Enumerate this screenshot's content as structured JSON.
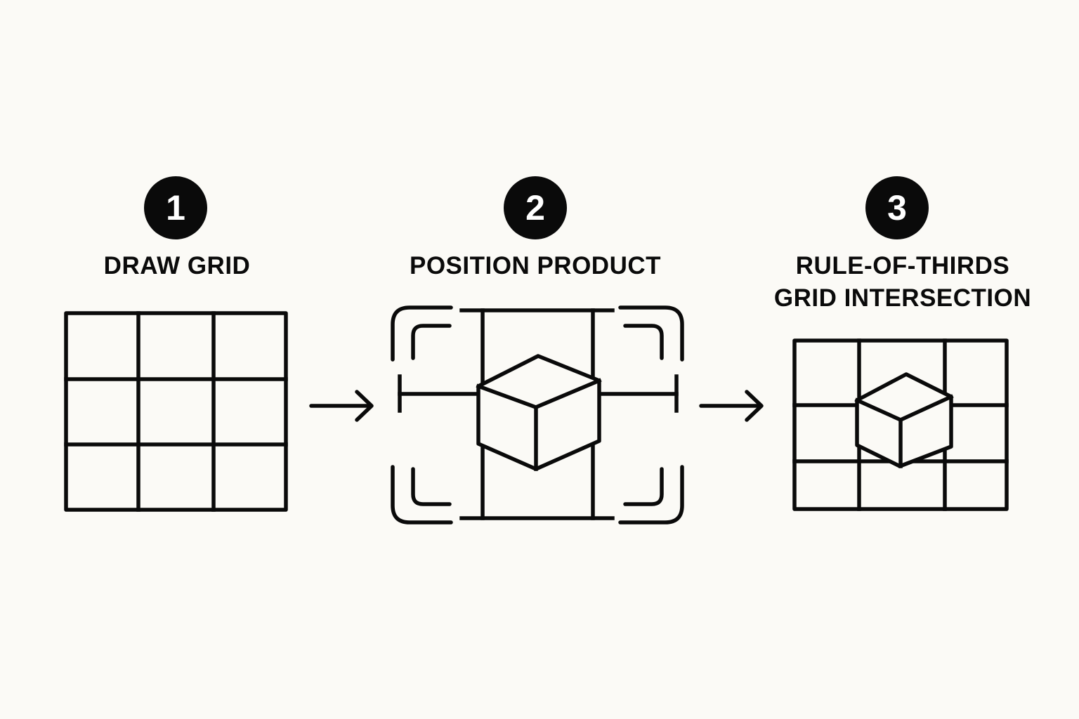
{
  "steps": [
    {
      "number": "1",
      "title_lines": [
        "DRAW GRID"
      ],
      "icon": "grid-icon"
    },
    {
      "number": "2",
      "title_lines": [
        "POSITION PRODUCT"
      ],
      "icon": "framed-product-icon"
    },
    {
      "number": "3",
      "title_lines": [
        "RULE-OF-THIRDS",
        "GRID INTERSECTION"
      ],
      "icon": "grid-with-product-icon"
    }
  ],
  "connectors": [
    "arrow-right-icon",
    "arrow-right-icon"
  ],
  "colors": {
    "background": "#fbfaf6",
    "ink": "#0a0a0a",
    "badge_text": "#ffffff"
  }
}
